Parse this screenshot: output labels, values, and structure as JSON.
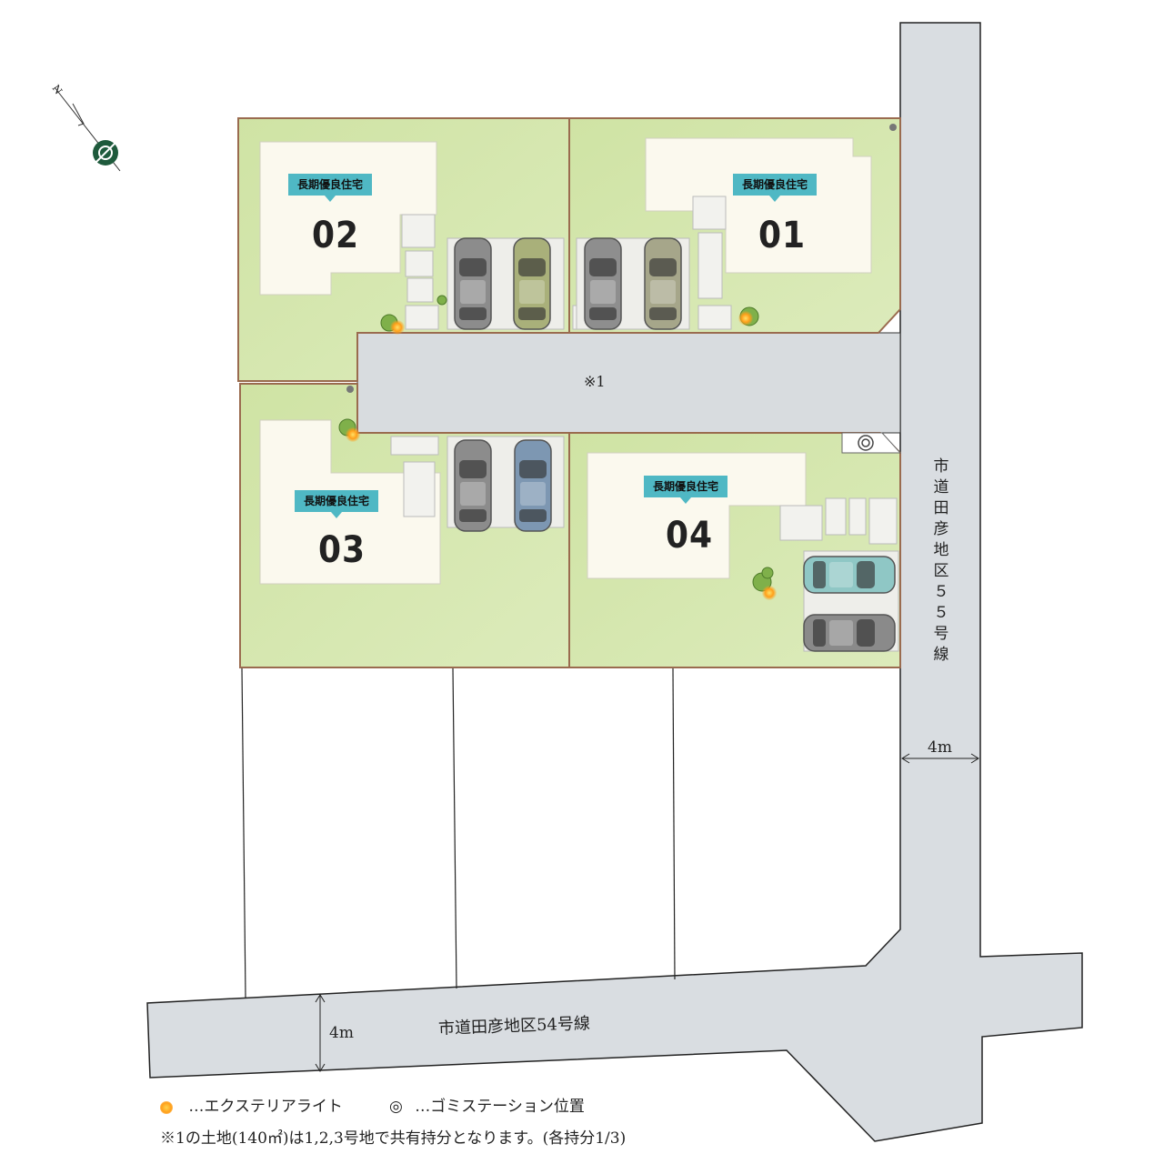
{
  "compass": {
    "north_label": "N"
  },
  "lots": [
    {
      "id": "lot-01",
      "badge": "長期優良住宅",
      "number": "01"
    },
    {
      "id": "lot-02",
      "badge": "長期優良住宅",
      "number": "02"
    },
    {
      "id": "lot-03",
      "badge": "長期優良住宅",
      "number": "03"
    },
    {
      "id": "lot-04",
      "badge": "長期優良住宅",
      "number": "04"
    }
  ],
  "shared_lane_label": "※1",
  "roads": {
    "east": {
      "name_chars": [
        "市",
        "道",
        "田",
        "彦",
        "地",
        "区",
        "５",
        "５",
        "号",
        "線"
      ],
      "width": "4m"
    },
    "south": {
      "name": "市道田彦地区54号線",
      "width": "4m"
    }
  },
  "legend": {
    "light_symbol": "exterior-light-icon",
    "light_label": "…エクステリアライト",
    "garbage_symbol": "◎",
    "garbage_label": "…ゴミステーション位置",
    "note": "※1の土地(140㎡)は1,2,3号地で共有持分となります。(各持分1/3)"
  },
  "colors": {
    "lawn": "#cfe3a4",
    "lawn_light": "#dcebbb",
    "house": "#fbf9ee",
    "road": "#d9dde1",
    "badge": "#4fb8c4",
    "lot_border": "#9a6b4f"
  }
}
